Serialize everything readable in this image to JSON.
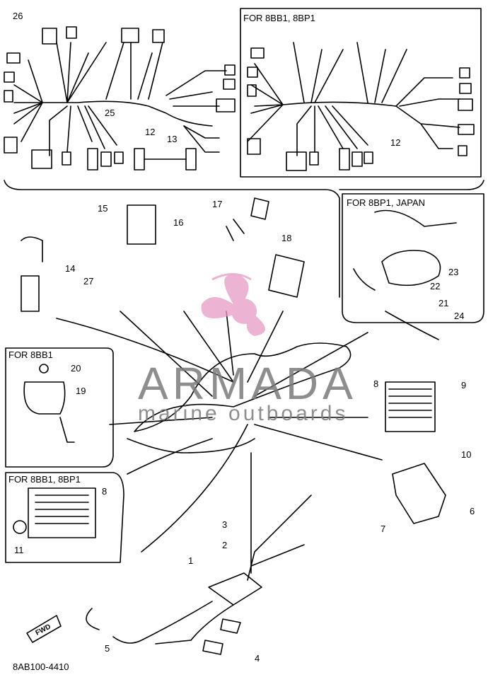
{
  "diagram": {
    "part_number": "8AB100-4410",
    "boxes": {
      "harness_variant": "FOR 8BB1, 8BP1",
      "japan_variant": "FOR 8BP1, JAPAN",
      "bb1_variant": "FOR 8BB1",
      "rectifier_variant": "FOR 8BB1, 8BP1"
    },
    "callouts": {
      "c1": "1",
      "c2": "2",
      "c3": "3",
      "c4": "4",
      "c5": "5",
      "c6": "6",
      "c7": "7",
      "c8a": "8",
      "c8b": "8",
      "c9": "9",
      "c10": "10",
      "c11": "11",
      "c12a": "12",
      "c12b": "12",
      "c13": "13",
      "c14": "14",
      "c15": "15",
      "c16": "16",
      "c17": "17",
      "c18": "18",
      "c19": "19",
      "c20": "20",
      "c21": "21",
      "c22": "22",
      "c23": "23",
      "c24": "24",
      "c25": "25",
      "c26": "26",
      "c27": "27"
    },
    "fwd_label": "FWD",
    "watermark": {
      "brand": "ARMADA",
      "tagline": "marine outboards",
      "logo_color": "#e79ac4"
    }
  }
}
